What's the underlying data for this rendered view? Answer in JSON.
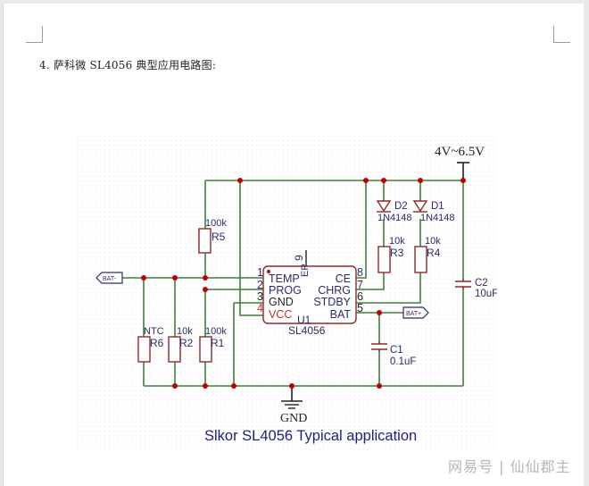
{
  "document": {
    "heading": "4. 萨科微 SL4056 典型应用电路图:"
  },
  "schematic": {
    "title": "Slkor SL4056 Typical application",
    "supply_label": "4V~6.5V",
    "ground_label": "GND",
    "ic": {
      "ref": "U1",
      "part": "SL4056",
      "ep_label": "EP",
      "ep_pin": "9",
      "left_pins": [
        {
          "num": "1",
          "name": "TEMP"
        },
        {
          "num": "2",
          "name": "PROG"
        },
        {
          "num": "3",
          "name": "GND"
        },
        {
          "num": "4",
          "name": "VCC"
        }
      ],
      "right_pins": [
        {
          "num": "8",
          "name": "CE"
        },
        {
          "num": "7",
          "name": "CHRG"
        },
        {
          "num": "6",
          "name": "STDBY"
        },
        {
          "num": "5",
          "name": "BAT"
        }
      ]
    },
    "components": {
      "r5": {
        "ref": "R5",
        "value": "100k"
      },
      "r6": {
        "ref": "R6",
        "value": "NTC"
      },
      "r2": {
        "ref": "R2",
        "value": "10k"
      },
      "r1": {
        "ref": "R1",
        "value": "100k"
      },
      "r3": {
        "ref": "R3",
        "value": "10k"
      },
      "r4": {
        "ref": "R4",
        "value": "10k"
      },
      "d2": {
        "ref": "D2",
        "value": "1N4148"
      },
      "d1": {
        "ref": "D1",
        "value": "1N4148"
      },
      "c1": {
        "ref": "C1",
        "value": "0.1uF"
      },
      "c2": {
        "ref": "C2",
        "value": "10uF"
      }
    },
    "net_labels": {
      "bat_minus": "BAT-",
      "bat_plus": "BAT+"
    },
    "colors": {
      "wire": "#3f7f3f",
      "junction": "#c00000",
      "component": "#8b2a2a",
      "label": "#2b2b6b",
      "pin_vcc": "#c03030",
      "title": "#1f1f7a"
    }
  },
  "watermark": "网易号 | 仙仙郡主"
}
